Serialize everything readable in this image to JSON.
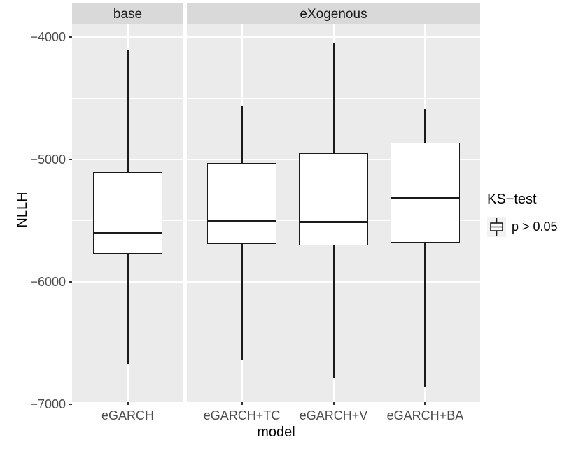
{
  "chart_data": {
    "type": "boxplot",
    "title": "",
    "xlabel": "model",
    "ylabel": "NLLH",
    "facet_labels": [
      "base",
      "eXogenous"
    ],
    "y_axis": {
      "ticks": [
        {
          "label": "−4000",
          "value": -4000
        },
        {
          "label": "−5000",
          "value": -5000
        },
        {
          "label": "−6000",
          "value": -6000
        },
        {
          "label": "−7000",
          "value": -7000
        }
      ],
      "minor_gridlines": [
        -4500,
        -5500,
        -6500
      ],
      "ylim": [
        -7000,
        -3900
      ],
      "grid": "on",
      "legend_position": "right"
    },
    "facets": [
      {
        "label": "base",
        "boxes": [
          {
            "category": "eGARCH",
            "whisker_low": -6675,
            "q1": -5770,
            "median": -5600,
            "q3": -5100,
            "whisker_high": -4100
          }
        ]
      },
      {
        "label": "eXogenous",
        "boxes": [
          {
            "category": "eGARCH+TC",
            "whisker_low": -6640,
            "q1": -5690,
            "median": -5500,
            "q3": -5030,
            "whisker_high": -4560
          },
          {
            "category": "eGARCH+V",
            "whisker_low": -6790,
            "q1": -5700,
            "median": -5510,
            "q3": -4950,
            "whisker_high": -4050
          },
          {
            "category": "eGARCH+BA",
            "whisker_low": -6860,
            "q1": -5680,
            "median": -5315,
            "q3": -4860,
            "whisker_high": -4590
          }
        ]
      }
    ]
  },
  "legend": {
    "title": "KS−test",
    "items": [
      {
        "label": "p > 0.05",
        "glyph": "boxplot-glyph"
      }
    ]
  },
  "style": {
    "panel_bg": "#ebebeb",
    "strip_bg": "#d9d9d9",
    "grid_color": "#ffffff",
    "box_stroke": "#1a1a1a",
    "box_fill": "#ffffff",
    "tick_label_color": "#4d4d4d",
    "legend_key_bg": "#f2f2f2"
  }
}
